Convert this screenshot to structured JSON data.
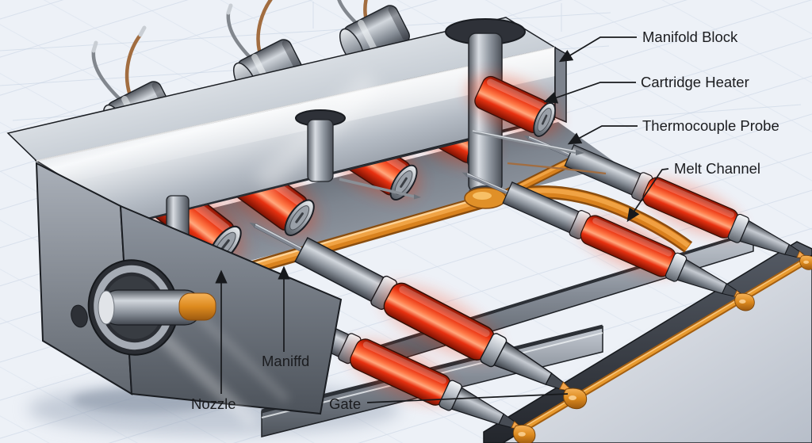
{
  "scene": {
    "type": "technical-illustration",
    "subject": "Hot runner manifold system cutaway (injection molding)",
    "background_color": "#edf1f7"
  },
  "labels": {
    "manifold_block": "Manifold Block",
    "cartridge_heater": "Cartridge Heater",
    "thermocouple_probe": "Thermocouple Probe",
    "melt_channel": "Melt Channel",
    "manifold": "Maniffd",
    "nozzle": "Nozzle",
    "gate": "Gate"
  },
  "palette": {
    "background": "#edf1f7",
    "grid_line": "#d3dce9",
    "steel_bright": "#f6f8fa",
    "steel_mid": "#9aa1aa",
    "steel_dark": "#4d535b",
    "outline": "#181b20",
    "heater_red": "#e93110",
    "heater_glow": "#ff7a48",
    "melt_orange": "#d9821e",
    "melt_orange_light": "#f0a344",
    "melt_orange_dark": "#8a4d0e",
    "wire_copper": "#a26d40",
    "wire_gray": "#82878e",
    "label_text": "#1b1c1f",
    "leader_line": "#17191c"
  }
}
